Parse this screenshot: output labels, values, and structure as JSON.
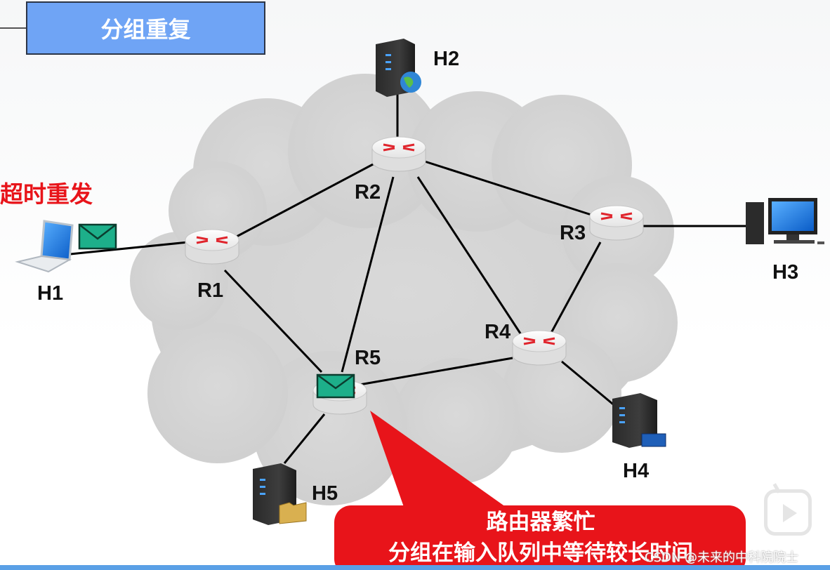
{
  "title": "分组重复",
  "side_label": "超时重发",
  "routers": {
    "r1": "R1",
    "r2": "R2",
    "r3": "R3",
    "r4": "R4",
    "r5": "R5"
  },
  "hosts": {
    "h1": "H1",
    "h2": "H2",
    "h3": "H3",
    "h4": "H4",
    "h5": "H5"
  },
  "callout": {
    "line1": "路由器繁忙",
    "line2": "分组在输入队列中等待较长时间"
  },
  "watermark": "CSDN @未来的中科院院士",
  "colors": {
    "title_bg": "#6fa4f5",
    "accent_red": "#e8141a",
    "envelope": "#1daf8a",
    "cloud": "#d6d6d6"
  }
}
